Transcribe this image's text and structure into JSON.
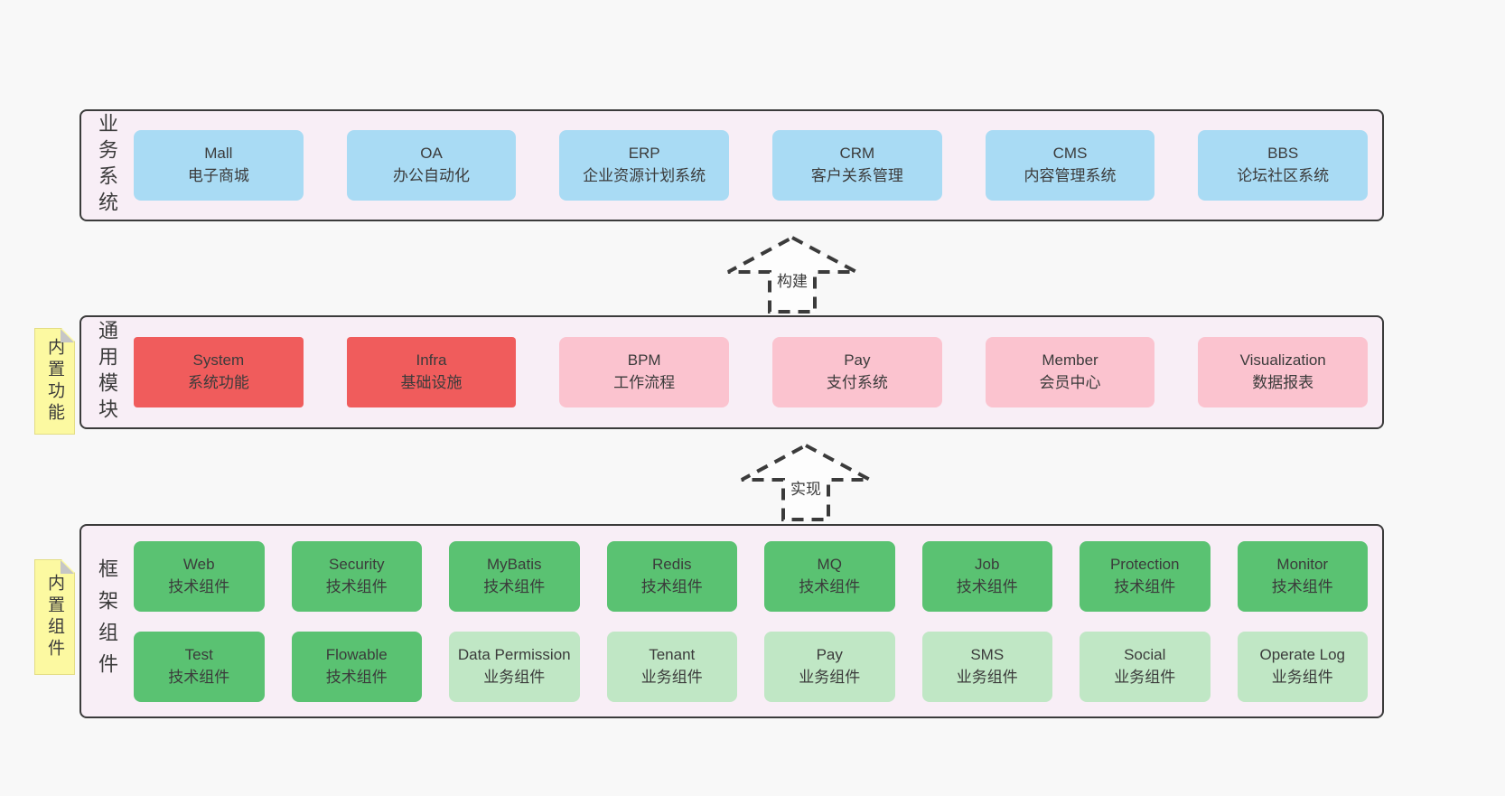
{
  "layers": [
    {
      "label": "业务系统",
      "boxes": [
        {
          "title": "Mall",
          "subtitle": "电子商城"
        },
        {
          "title": "OA",
          "subtitle": "办公自动化"
        },
        {
          "title": "ERP",
          "subtitle": "企业资源计划系统"
        },
        {
          "title": "CRM",
          "subtitle": "客户关系管理"
        },
        {
          "title": "CMS",
          "subtitle": "内容管理系统"
        },
        {
          "title": "BBS",
          "subtitle": "论坛社区系统"
        }
      ]
    },
    {
      "label": "通用模块",
      "note": "内置功能",
      "boxes": [
        {
          "title": "System",
          "subtitle": "系统功能"
        },
        {
          "title": "Infra",
          "subtitle": "基础设施"
        },
        {
          "title": "BPM",
          "subtitle": "工作流程"
        },
        {
          "title": "Pay",
          "subtitle": "支付系统"
        },
        {
          "title": "Member",
          "subtitle": "会员中心"
        },
        {
          "title": "Visualization",
          "subtitle": "数据报表"
        }
      ]
    },
    {
      "label": "框架组件",
      "note": "内置组件",
      "rows": [
        [
          {
            "title": "Web",
            "subtitle": "技术组件"
          },
          {
            "title": "Security",
            "subtitle": "技术组件"
          },
          {
            "title": "MyBatis",
            "subtitle": "技术组件"
          },
          {
            "title": "Redis",
            "subtitle": "技术组件"
          },
          {
            "title": "MQ",
            "subtitle": "技术组件"
          },
          {
            "title": "Job",
            "subtitle": "技术组件"
          },
          {
            "title": "Protection",
            "subtitle": "技术组件"
          },
          {
            "title": "Monitor",
            "subtitle": "技术组件"
          }
        ],
        [
          {
            "title": "Test",
            "subtitle": "技术组件"
          },
          {
            "title": "Flowable",
            "subtitle": "技术组件"
          },
          {
            "title": "Data Permission",
            "subtitle": "业务组件"
          },
          {
            "title": "Tenant",
            "subtitle": "业务组件"
          },
          {
            "title": "Pay",
            "subtitle": "业务组件"
          },
          {
            "title": "SMS",
            "subtitle": "业务组件"
          },
          {
            "title": "Social",
            "subtitle": "业务组件"
          },
          {
            "title": "Operate Log",
            "subtitle": "业务组件"
          }
        ]
      ]
    }
  ],
  "arrows": [
    {
      "label": "构建"
    },
    {
      "label": "实现"
    }
  ],
  "colors": {
    "page_background": "#f8f8f8",
    "layer_background": "#f8eef6",
    "layer_border": "#3b3b3b",
    "business_box": "#a9dbf4",
    "highlight_module_box": "#f05c5c",
    "module_box": "#fbc3cf",
    "tech_component_box": "#5ac272",
    "biz_component_box": "#c0e7c5",
    "sticky_note": "#fcf9a1",
    "sticky_note_fold": "#c6c6c6",
    "text": "#3b3b3b"
  }
}
